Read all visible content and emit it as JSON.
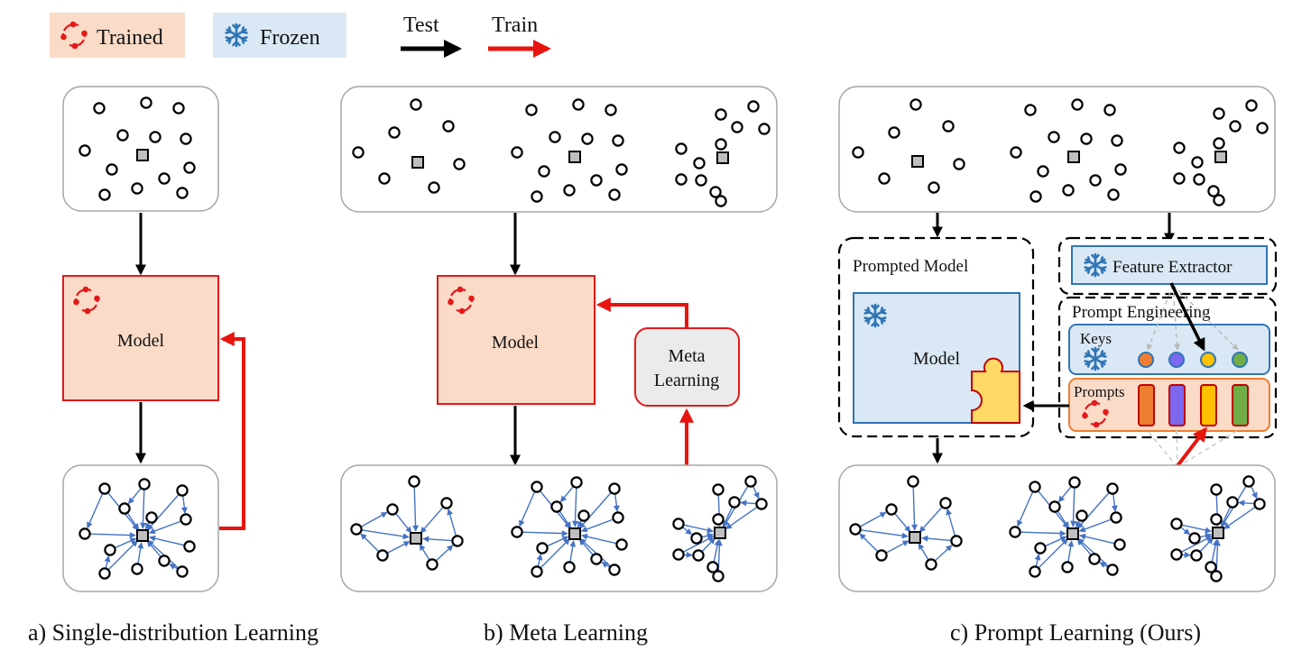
{
  "legend": {
    "trained_label": "Trained",
    "frozen_label": "Frozen",
    "test_label": "Test",
    "train_label": "Train"
  },
  "panel_a": {
    "model_label": "Model",
    "caption": "a) Single-distribution Learning"
  },
  "panel_b": {
    "model_label": "Model",
    "meta_label_line1": "Meta",
    "meta_label_line2": "Learning",
    "caption": "b) Meta Learning"
  },
  "panel_c": {
    "prompted_model_label": "Prompted Model",
    "model_label": "Model",
    "feature_extractor_label": "Feature Extractor",
    "prompt_engineering_label": "Prompt Engineering",
    "keys_label": "Keys",
    "prompts_label": "Prompts",
    "caption": "c) Prompt Learning (Ours)"
  },
  "colors": {
    "trained_fill": "#fadbc8",
    "trained_stroke": "#e31a1c",
    "frozen_fill": "#dae8f5",
    "frozen_stroke": "#2e75b6",
    "edge": "#4472c4",
    "train_arrow": "#e8140f",
    "key_prompt_colors": [
      "#ed7d31",
      "#7b68ee",
      "#ffc000",
      "#70ad47"
    ]
  }
}
